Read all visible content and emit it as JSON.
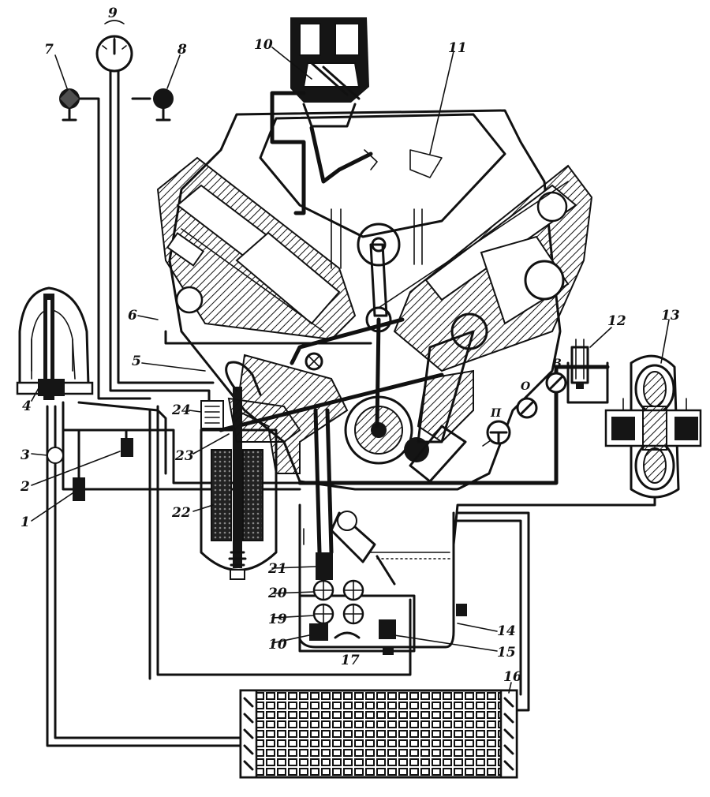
{
  "labels": {
    "l1": "1",
    "l2": "2",
    "l3": "3",
    "l4": "4",
    "l5": "5",
    "l6": "6",
    "l7": "7",
    "l8": "8",
    "l9": "9",
    "l10a": "10",
    "l11": "11",
    "l12": "12",
    "l13": "13",
    "l14": "14",
    "l15": "15",
    "l16": "16",
    "l17": "17",
    "l10b": "10",
    "l19": "19",
    "l20": "20",
    "l21": "21",
    "l22": "22",
    "l23": "23",
    "l24": "24",
    "valve_p": "П",
    "valve_o": "О",
    "valve_v": "В"
  },
  "colors": {
    "ink": "#111111",
    "paper": "#ffffff"
  }
}
